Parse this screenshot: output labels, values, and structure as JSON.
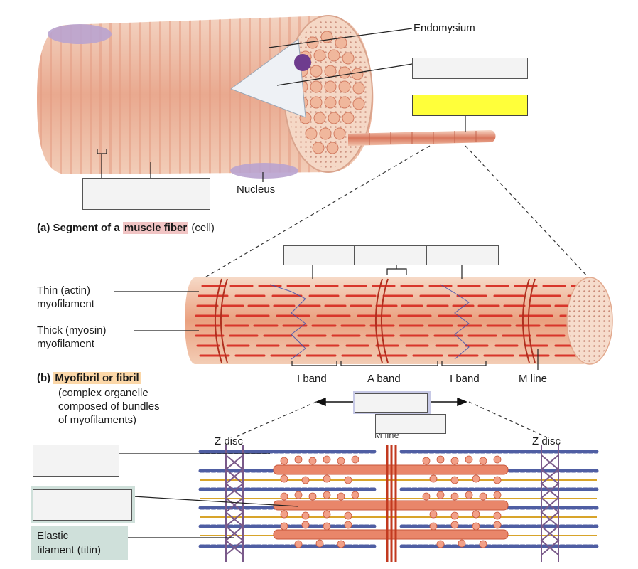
{
  "labels": {
    "endomysium": "Endomysium",
    "nucleus": "Nucleus",
    "thin_line1": "Thin (actin)",
    "thin_line2": "myofilament",
    "thick_line1": "Thick (myosin)",
    "thick_line2": "myofilament",
    "i_band_left": "I band",
    "a_band": "A band",
    "i_band_right": "I band",
    "m_line_right": "M line",
    "m_line_center": "M line",
    "z_disc_left": "Z disc",
    "z_disc_right": "Z disc",
    "elastic_line1": "Elastic",
    "elastic_line2": "filament (titin)"
  },
  "caption_a": {
    "prefix": "(a) Segment of a",
    "highlight": "muscle fiber",
    "suffix": "(cell)"
  },
  "caption_b": {
    "prefix": "(b)",
    "highlight": "Myofibril or fibril",
    "line1": "(complex organelle",
    "line2": "composed of bundles",
    "line3": "of myofilaments)"
  },
  "colors": {
    "fiber": "#f0c3a8",
    "myofilament_red": "#d9473a",
    "highlight_pink": "#f1c4c4",
    "highlight_orange": "#fbd7a8",
    "blank_yellow": "#ffff3a",
    "titin_box": "#cfe0da",
    "actin_blue": "#2f3f8f"
  }
}
